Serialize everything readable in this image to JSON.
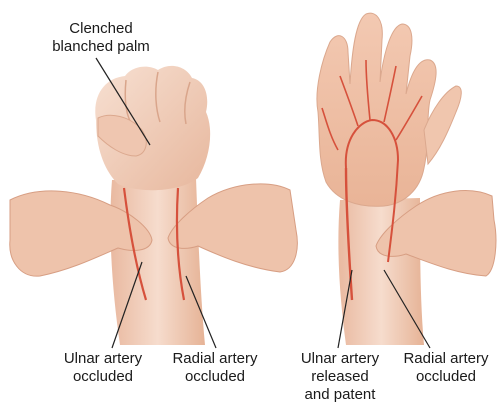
{
  "labels": {
    "clenched_palm": "Clenched\nblanched palm",
    "ulnar_left": "Ulnar artery\noccluded",
    "radial_left": "Radial artery\noccluded",
    "ulnar_right": "Ulnar artery\nreleased\nand patent",
    "radial_right": "Radial artery\noccluded"
  },
  "colors": {
    "skin_light": "#f5d7c6",
    "skin_mid": "#ecc0a8",
    "skin_shadow": "#dca58a",
    "artery": "#d6513c",
    "leader": "#222222"
  }
}
